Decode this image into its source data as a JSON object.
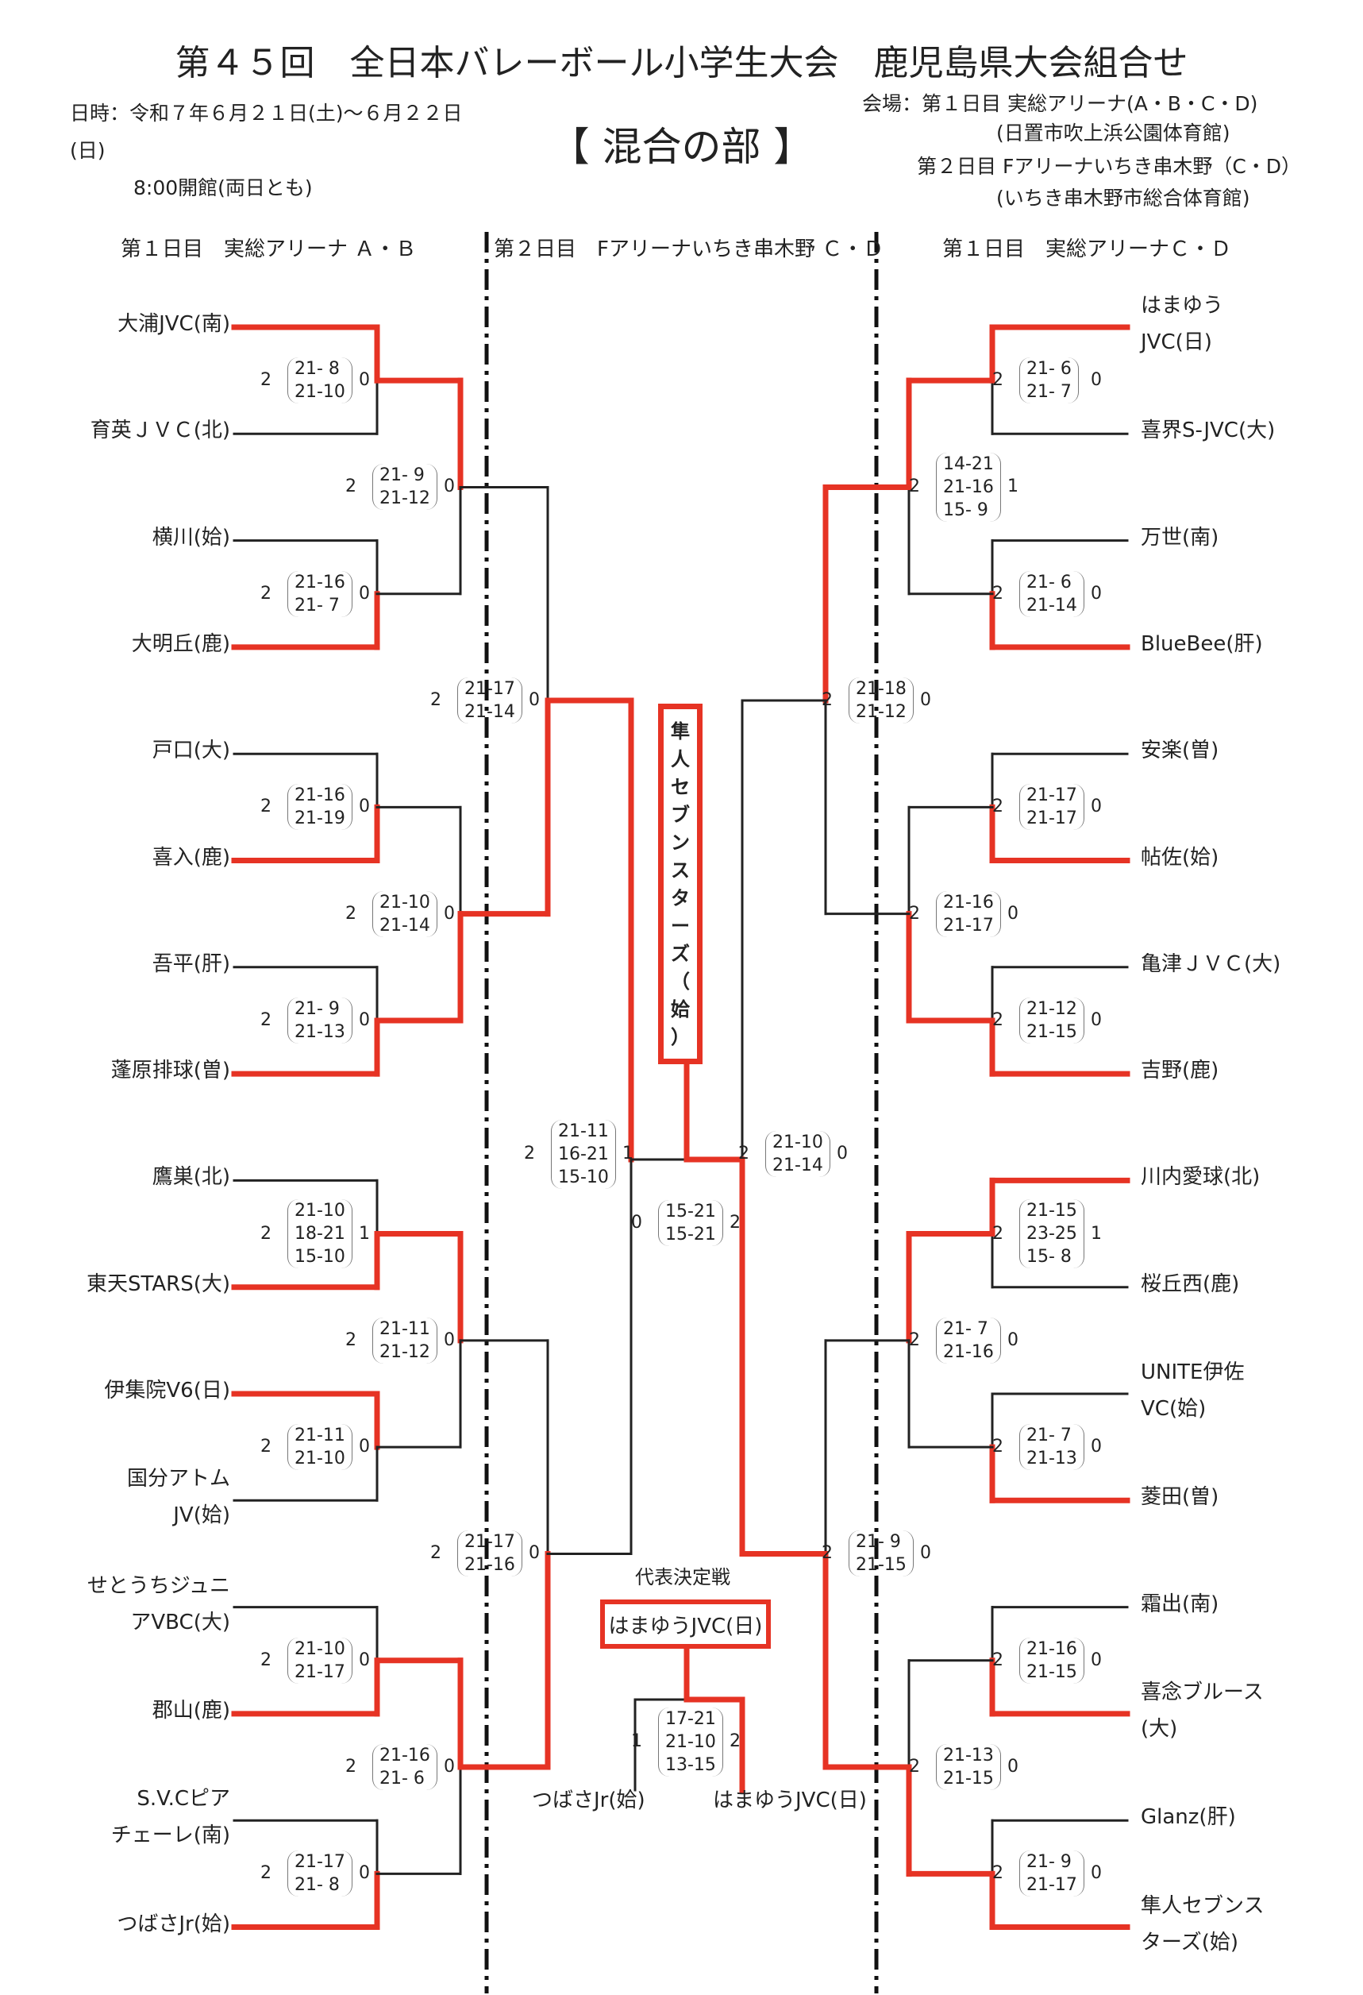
{
  "title": "第４５回　全日本バレーボール小学生大会　鹿児島県大会組合せ",
  "subtitle": "【 混合の部 】",
  "date": {
    "line1": "日時：令和７年６月２１日(土)～６月２２日",
    "line2": "(日)",
    "line3": "8:00開館(両日とも)"
  },
  "venue": {
    "line1": "会場：第１日目 実総アリーナ(A・B・C・D)",
    "line2": "(日置市吹上浜公園体育館)",
    "line3": "第２日目 Fアリーナいちき串木野（C・D）",
    "line4": "(いちき串木野市総合体育館)"
  },
  "day_headers": {
    "left": "第１日目　実総アリーナ Ａ・Ｂ",
    "center": "第２日目　Fアリーナいちき串木野 Ｃ・Ｄ",
    "right": "第１日目　実総アリーナＣ・Ｄ"
  },
  "left_teams": [
    [
      "大浦JVC(南)"
    ],
    [
      "育英ＪＶＣ(北)"
    ],
    [
      "横川(姶)"
    ],
    [
      "大明丘(鹿)"
    ],
    [
      "戸口(大)"
    ],
    [
      "喜入(鹿)"
    ],
    [
      "吾平(肝)"
    ],
    [
      "蓬原排球(曽)"
    ],
    [
      "鷹巣(北)"
    ],
    [
      "東天STARS(大)"
    ],
    [
      "伊集院V6(日)"
    ],
    [
      "国分アトム",
      "JV(姶)"
    ],
    [
      "せとうちジュニ",
      "アVBC(大)"
    ],
    [
      "郡山(鹿)"
    ],
    [
      "S.V.Cピア",
      "チェーレ(南)"
    ],
    [
      "つばさJr(姶)"
    ]
  ],
  "right_teams": [
    [
      "はまゆう",
      "JVC(日)"
    ],
    [
      "喜界S-JVC(大)"
    ],
    [
      "万世(南)"
    ],
    [
      "BlueBee(肝)"
    ],
    [
      "安楽(曽)"
    ],
    [
      "帖佐(姶)"
    ],
    [
      "亀津ＪＶＣ(大)"
    ],
    [
      "吉野(鹿)"
    ],
    [
      "川内愛球(北)"
    ],
    [
      "桜丘西(鹿)"
    ],
    [
      "UNITE伊佐",
      "VC(姶)"
    ],
    [
      "菱田(曽)"
    ],
    [
      "霜出(南)"
    ],
    [
      "喜念ブルース",
      "(大)"
    ],
    [
      "Glanz(肝)"
    ],
    [
      "隼人セブンス",
      "ターズ(姶)"
    ]
  ],
  "scores": {
    "L1": {
      "a": "2",
      "b": "0",
      "sets": [
        "21- 8",
        "21-10"
      ]
    },
    "L2": {
      "a": "2",
      "b": "0",
      "sets": [
        "21-16",
        "21- 7"
      ]
    },
    "L3": {
      "a": "2",
      "b": "0",
      "sets": [
        "21-16",
        "21-19"
      ]
    },
    "L4": {
      "a": "2",
      "b": "0",
      "sets": [
        "21- 9",
        "21-13"
      ]
    },
    "L5": {
      "a": "2",
      "b": "1",
      "sets": [
        "21-10",
        "18-21",
        "15-10"
      ]
    },
    "L6": {
      "a": "2",
      "b": "0",
      "sets": [
        "21-11",
        "21-10"
      ]
    },
    "L7": {
      "a": "2",
      "b": "0",
      "sets": [
        "21-10",
        "21-17"
      ]
    },
    "L8": {
      "a": "2",
      "b": "0",
      "sets": [
        "21-17",
        "21- 8"
      ]
    },
    "L9": {
      "a": "2",
      "b": "0",
      "sets": [
        "21- 9",
        "21-12"
      ]
    },
    "L10": {
      "a": "2",
      "b": "0",
      "sets": [
        "21-10",
        "21-14"
      ]
    },
    "L11": {
      "a": "2",
      "b": "0",
      "sets": [
        "21-11",
        "21-12"
      ]
    },
    "L12": {
      "a": "2",
      "b": "0",
      "sets": [
        "21-16",
        "21- 6"
      ]
    },
    "L13": {
      "a": "2",
      "b": "0",
      "sets": [
        "21-17",
        "21-14"
      ]
    },
    "L14": {
      "a": "2",
      "b": "0",
      "sets": [
        "21-17",
        "21-16"
      ]
    },
    "L15": {
      "a": "2",
      "b": "1",
      "sets": [
        "21-11",
        "16-21",
        "15-10"
      ]
    },
    "R1": {
      "a": "2",
      "b": "0",
      "sets": [
        "21- 6",
        "21- 7"
      ]
    },
    "R2": {
      "a": "2",
      "b": "0",
      "sets": [
        "21- 6",
        "21-14"
      ]
    },
    "R3": {
      "a": "2",
      "b": "0",
      "sets": [
        "21-17",
        "21-17"
      ]
    },
    "R4": {
      "a": "2",
      "b": "0",
      "sets": [
        "21-12",
        "21-15"
      ]
    },
    "R5": {
      "a": "2",
      "b": "1",
      "sets": [
        "21-15",
        "23-25",
        "15- 8"
      ]
    },
    "R6": {
      "a": "2",
      "b": "0",
      "sets": [
        "21- 7",
        "21-13"
      ]
    },
    "R7": {
      "a": "2",
      "b": "0",
      "sets": [
        "21-16",
        "21-15"
      ]
    },
    "R8": {
      "a": "2",
      "b": "0",
      "sets": [
        "21- 9",
        "21-17"
      ]
    },
    "R9": {
      "a": "2",
      "b": "1",
      "sets": [
        "14-21",
        "21-16",
        "15- 9"
      ]
    },
    "R10": {
      "a": "2",
      "b": "0",
      "sets": [
        "21-16",
        "21-17"
      ]
    },
    "R11": {
      "a": "2",
      "b": "0",
      "sets": [
        "21- 7",
        "21-16"
      ]
    },
    "R12": {
      "a": "2",
      "b": "0",
      "sets": [
        "21-13",
        "21-15"
      ]
    },
    "R13": {
      "a": "2",
      "b": "0",
      "sets": [
        "21-18",
        "21-12"
      ]
    },
    "R14": {
      "a": "2",
      "b": "0",
      "sets": [
        "21- 9",
        "21-15"
      ]
    },
    "R15": {
      "a": "2",
      "b": "0",
      "sets": [
        "21-10",
        "21-14"
      ]
    },
    "F": {
      "a": "0",
      "b": "2",
      "sets": [
        "15-21",
        "15-21"
      ]
    },
    "REP": {
      "a": "1",
      "b": "2",
      "sets": [
        "17-21",
        "21-10",
        "13-15"
      ]
    }
  },
  "champion": {
    "chars": [
      "隼",
      "人",
      "セ",
      "ブ",
      "ン",
      "ス",
      "タ",
      "ー",
      "ズ",
      "（",
      "姶",
      "）"
    ]
  },
  "representative": {
    "heading": "代表決定戦",
    "winner": "はまゆうJVC(日)",
    "team_left": "つばさJr(姶)",
    "team_right": "はまゆうJVC(日)"
  },
  "colors": {
    "win_line": "#e63324",
    "base_line": "#222222"
  }
}
